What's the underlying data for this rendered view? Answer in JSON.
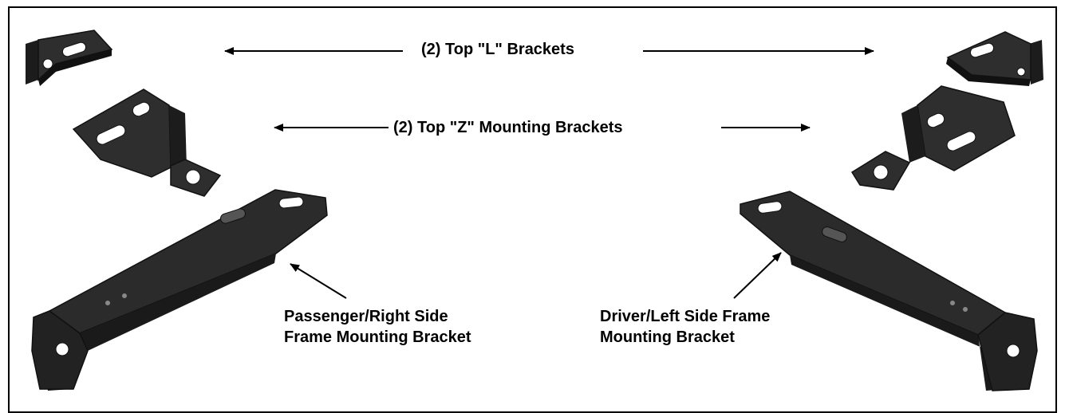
{
  "labels": {
    "top_l": "(2) Top \"L\" Brackets",
    "top_z": "(2) Top \"Z\" Mounting Brackets",
    "passenger_line1": "Passenger/Right Side",
    "passenger_line2": "Frame Mounting Bracket",
    "driver_line1": "Driver/Left Side Frame",
    "driver_line2": "Mounting Bracket"
  },
  "colors": {
    "bracket_dark": "#1c1c1c",
    "bracket_face": "#2e2e2e",
    "bracket_highlight": "#555555",
    "border": "#000000",
    "background": "#ffffff"
  }
}
